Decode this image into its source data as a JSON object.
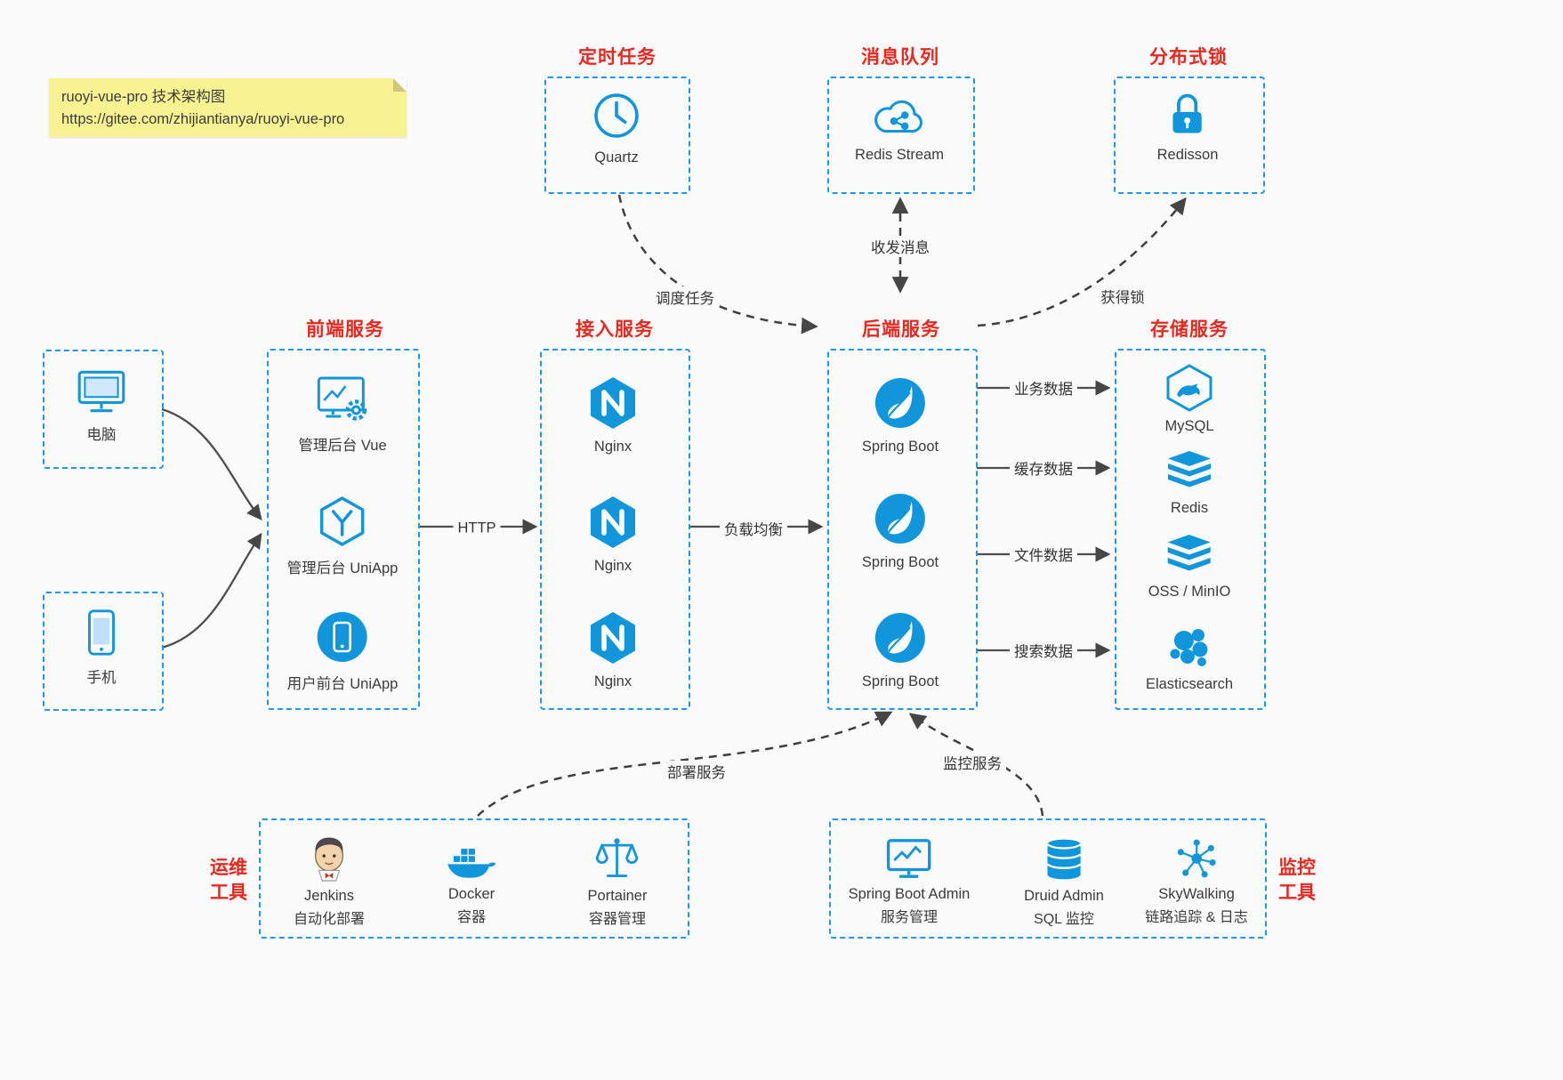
{
  "colors": {
    "accent_blue": "#1296db",
    "border_blue": "#1f97ee",
    "title_red": "#e8281e",
    "note_bg": "#f8f292",
    "edge_gray": "#4a4a4a"
  },
  "note": {
    "line1": "ruoyi-vue-pro 技术架构图",
    "line2": "https://gitee.com/zhijiantianya/ruoyi-vue-pro"
  },
  "top_boxes": [
    {
      "title": "定时任务",
      "label": "Quartz"
    },
    {
      "title": "消息队列",
      "label": "Redis Stream"
    },
    {
      "title": "分布式锁",
      "label": "Redisson"
    }
  ],
  "clients": [
    {
      "label": "电脑"
    },
    {
      "label": "手机"
    }
  ],
  "groups": {
    "frontend": {
      "title": "前端服务",
      "items": [
        {
          "label": "管理后台 Vue"
        },
        {
          "label": "管理后台 UniApp"
        },
        {
          "label": "用户前台 UniApp"
        }
      ]
    },
    "gateway": {
      "title": "接入服务",
      "items": [
        {
          "label": "Nginx"
        },
        {
          "label": "Nginx"
        },
        {
          "label": "Nginx"
        }
      ]
    },
    "backend": {
      "title": "后端服务",
      "items": [
        {
          "label": "Spring Boot"
        },
        {
          "label": "Spring Boot"
        },
        {
          "label": "Spring Boot"
        }
      ]
    },
    "storage": {
      "title": "存储服务",
      "items": [
        {
          "label": "MySQL"
        },
        {
          "label": "Redis"
        },
        {
          "label": "OSS / MinIO"
        },
        {
          "label": "Elasticsearch"
        }
      ]
    }
  },
  "edges": {
    "http": "HTTP",
    "load_balance": "负载均衡",
    "schedule": "调度任务",
    "message": "收发消息",
    "lock": "获得锁",
    "business": "业务数据",
    "cache": "缓存数据",
    "file": "文件数据",
    "search": "搜索数据",
    "deploy": "部署服务",
    "monitor": "监控服务"
  },
  "ops": {
    "label_line1": "运维",
    "label_line2": "工具",
    "items": [
      {
        "name": "Jenkins",
        "desc": "自动化部署"
      },
      {
        "name": "Docker",
        "desc": "容器"
      },
      {
        "name": "Portainer",
        "desc": "容器管理"
      }
    ]
  },
  "monitoring": {
    "label_line1": "监控",
    "label_line2": "工具",
    "items": [
      {
        "name": "Spring Boot Admin",
        "desc": "服务管理"
      },
      {
        "name": "Druid Admin",
        "desc": "SQL 监控"
      },
      {
        "name": "SkyWalking",
        "desc": "链路追踪 & 日志"
      }
    ]
  }
}
